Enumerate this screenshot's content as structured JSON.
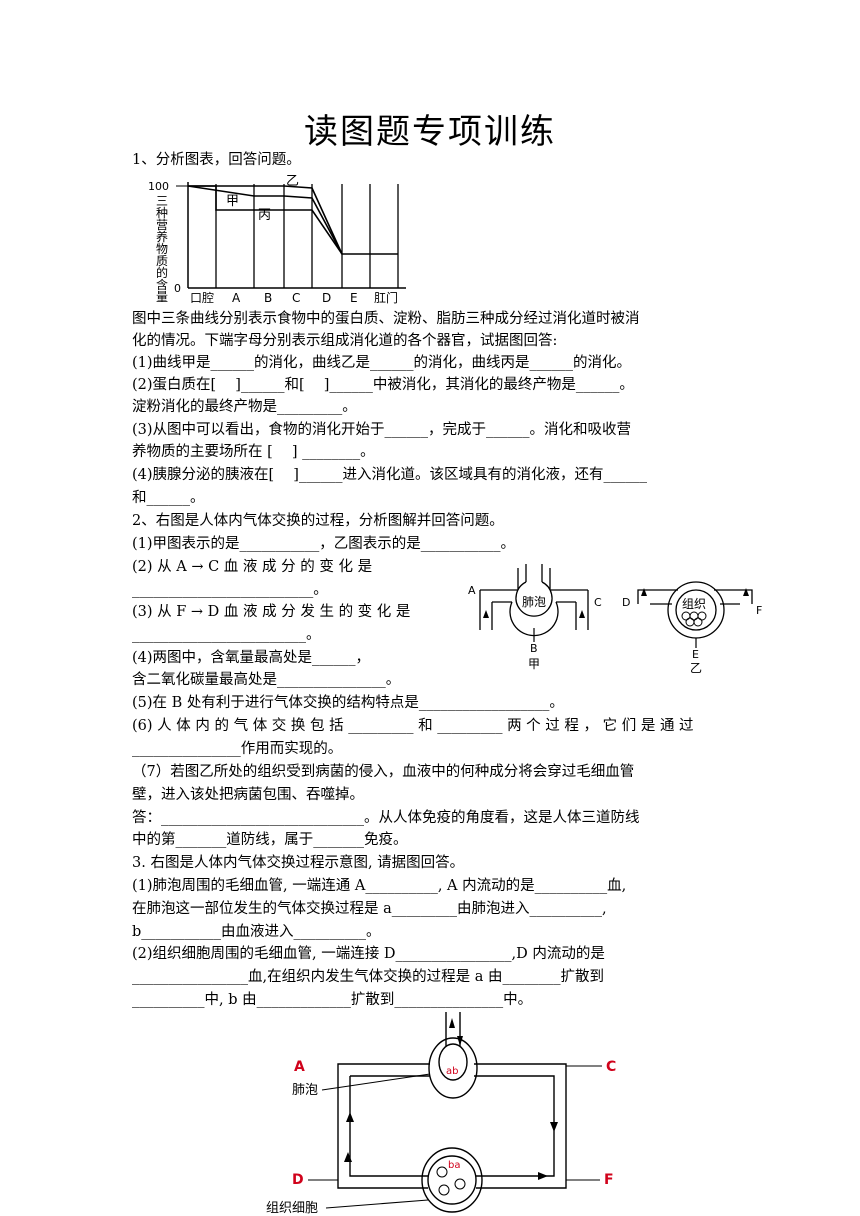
{
  "title": "读图题专项训练",
  "lines": [
    "1、分析图表，回答问题。",
    "图中三条曲线分别表示食物中的蛋白质、淀粉、脂肪三种成分经过消化道时被消",
    "化的情况。下端字母分别表示组成消化道的各个器官，试据图回答:",
    "(1)曲线甲是______的消化，曲线乙是______的消化，曲线丙是______的消化。",
    "(2)蛋白质在[　 ]______和[　 ]______中被消化，其消化的最终产物是______。",
    "淀粉消化的最终产物是_________。",
    "(3)从图中可以看出，食物的消化开始于______，完成于______。消化和吸收营",
    "养物质的主要场所在 [　 ] ________。",
    "(4)胰腺分泌的胰液在[　 ]______进入消化道。该区域具有的消化液，还有______",
    "和______。",
    "2、右图是人体内气体交换的过程，分析图解并回答问题。",
    "(1)甲图表示的是___________，乙图表示的是___________。",
    "(2) 从 A → C 血 液 成 分 的 变 化 是",
    "_________________________。",
    "(3) 从 F → D 血 液 成 分 发 生 的 变 化 是",
    "________________________。",
    "(4)两图中，含氧量最高处是______，",
    "含二氧化碳量最高处是_______________。",
    "(5)在 B 处有利于进行气体交换的结构特点是__________________。",
    "(6) 人 体 内 的 气 体 交 换 包 括 _________ 和 _________ 两 个 过 程 ， 它 们 是 通 过",
    "_______________作用而实现的。",
    "（7）若图乙所处的组织受到病菌的侵入，血液中的何种成分将会穿过毛细血管",
    "壁，进入该处把病菌包围、吞噬掉。",
    "答：____________________________。从人体免疫的角度看，这是人体三道防线",
    "中的第_______道防线，属于_______免疫。",
    "3. 右图是人体内气体交换过程示意图, 请据图回答。",
    "(1)肺泡周围的毛细血管, 一端连通 A__________, A 内流动的是__________血,",
    "在肺泡这一部位发生的气体交换过程是 a_________由肺泡进入__________,",
    "b___________由血液进入__________。",
    "(2)组织细胞周围的毛细血管, 一端连接 D________________,D 内流动的是",
    "________________血,在组织内发生气体交换的过程是 a 由________扩散到",
    "__________中, b 由_____________扩散到_______________中。"
  ],
  "fig1": {
    "y_top_label": "100",
    "y_zero_label": "0",
    "y_axis_label": [
      "三",
      "种",
      "营",
      "养",
      "物",
      "质",
      "的",
      "含",
      "量"
    ],
    "curve_labels": [
      "甲",
      "乙",
      "丙"
    ],
    "x_labels": [
      "口腔",
      "A",
      "B",
      "C",
      "D",
      "E",
      "肛门"
    ]
  },
  "fig2": {
    "labels": [
      "A",
      "肺泡",
      "C",
      "B",
      "甲",
      "D",
      "组织",
      "F",
      "E",
      "乙"
    ]
  },
  "fig3": {
    "labels": [
      "A",
      "肺泡",
      "C",
      "D",
      "F",
      "组织细胞",
      "ab",
      "ba"
    ],
    "accent": "#d0021b"
  }
}
